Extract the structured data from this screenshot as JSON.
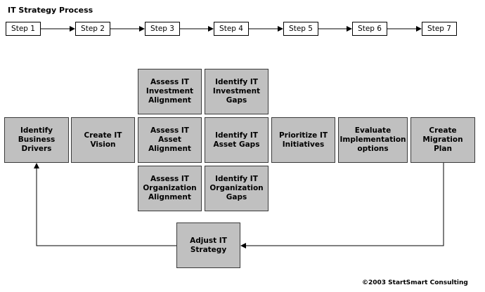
{
  "title": "IT Strategy Process",
  "steps": [
    "Step 1",
    "Step 2",
    "Step 3",
    "Step 4",
    "Step 5",
    "Step 6",
    "Step 7"
  ],
  "boxes": {
    "identify_business_drivers": "Identify\nBusiness\nDrivers",
    "create_it_vision": "Create IT\nVision",
    "assess_investment_alignment": "Assess IT\nInvestment\nAlignment",
    "identify_investment_gaps": "Identify IT\nInvestment\nGaps",
    "assess_asset_alignment": "Assess IT\nAsset\nAlignment",
    "identify_asset_gaps": "Identify IT\nAsset Gaps",
    "assess_organization_alignment": "Assess IT\nOrganization\nAlignment",
    "identify_organization_gaps": "Identify IT\nOrganization\nGaps",
    "prioritize_initiatives": "Prioritize IT\nInitiatives",
    "evaluate_implementation_options": "Evaluate\nImplementation\noptions",
    "create_migration_plan": "Create\nMigration\nPlan",
    "adjust_it_strategy": "Adjust IT\nStrategy"
  },
  "copyright": "©2003 StartSmart Consulting"
}
